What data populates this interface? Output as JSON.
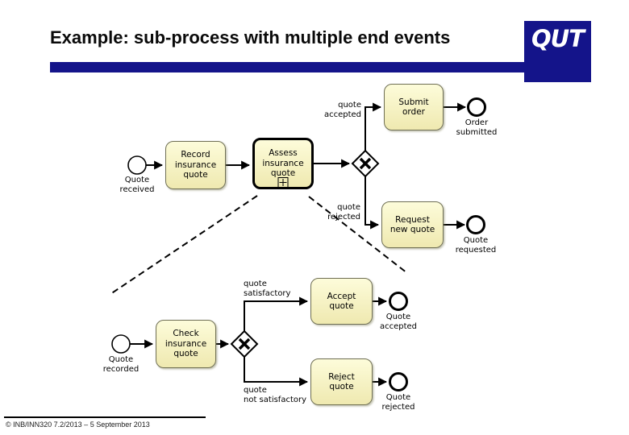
{
  "slide": {
    "title": "Example: sub-process with multiple end events",
    "footer": "© INB/INN320 7.2/2013 – 5 September 2013",
    "logo": "QUT"
  },
  "colors": {
    "brand_navy": "#14148a",
    "task_fill_top": "#fdfcda",
    "task_fill_bottom": "#efe9b0",
    "task_border": "#6f6f54",
    "connector": "#000000"
  },
  "diagram": {
    "type": "bpmn-process",
    "main": {
      "start_event": "Quote\nreceived",
      "task_record": "Record\ninsurance\nquote",
      "subprocess_assess": "Assess\ninsurance\nquote",
      "label_accepted": "quote\naccepted",
      "task_submit": "Submit\norder",
      "end_order": "Order\nsubmitted",
      "label_rejected": "quote\nrejected",
      "task_request": "Request\nnew quote",
      "end_request": "Quote\nrequested"
    },
    "sub": {
      "start_event": "Quote\nrecorded",
      "task_check": "Check\ninsurance\nquote",
      "label_satisfactory": "quote\nsatisfactory",
      "task_accept": "Accept\nquote",
      "end_accepted": "Quote\naccepted",
      "label_not_satisfactory": "quote\nnot satisfactory",
      "task_reject": "Reject\nquote",
      "end_rejected": "Quote\nrejected"
    }
  }
}
